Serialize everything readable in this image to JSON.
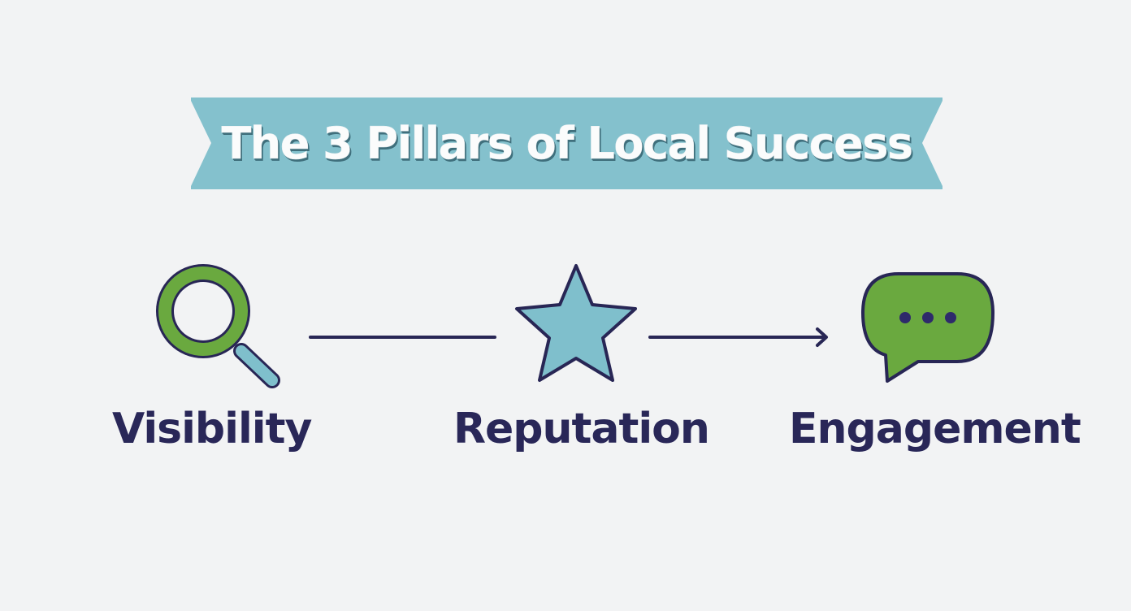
{
  "title": "The 3 Pillars of Local Success",
  "pillars": [
    {
      "label": "Visibility",
      "icon": "magnifying-glass-icon"
    },
    {
      "label": "Reputation",
      "icon": "star-icon"
    },
    {
      "label": "Engagement",
      "icon": "speech-bubble-icon"
    }
  ],
  "colors": {
    "background": "#f2f3f4",
    "banner": "#84c1cd",
    "title_text": "#fbfcfc",
    "outline": "#282655",
    "green": "#6aa93f",
    "teal": "#7fbfcc",
    "label_text": "#292758"
  }
}
